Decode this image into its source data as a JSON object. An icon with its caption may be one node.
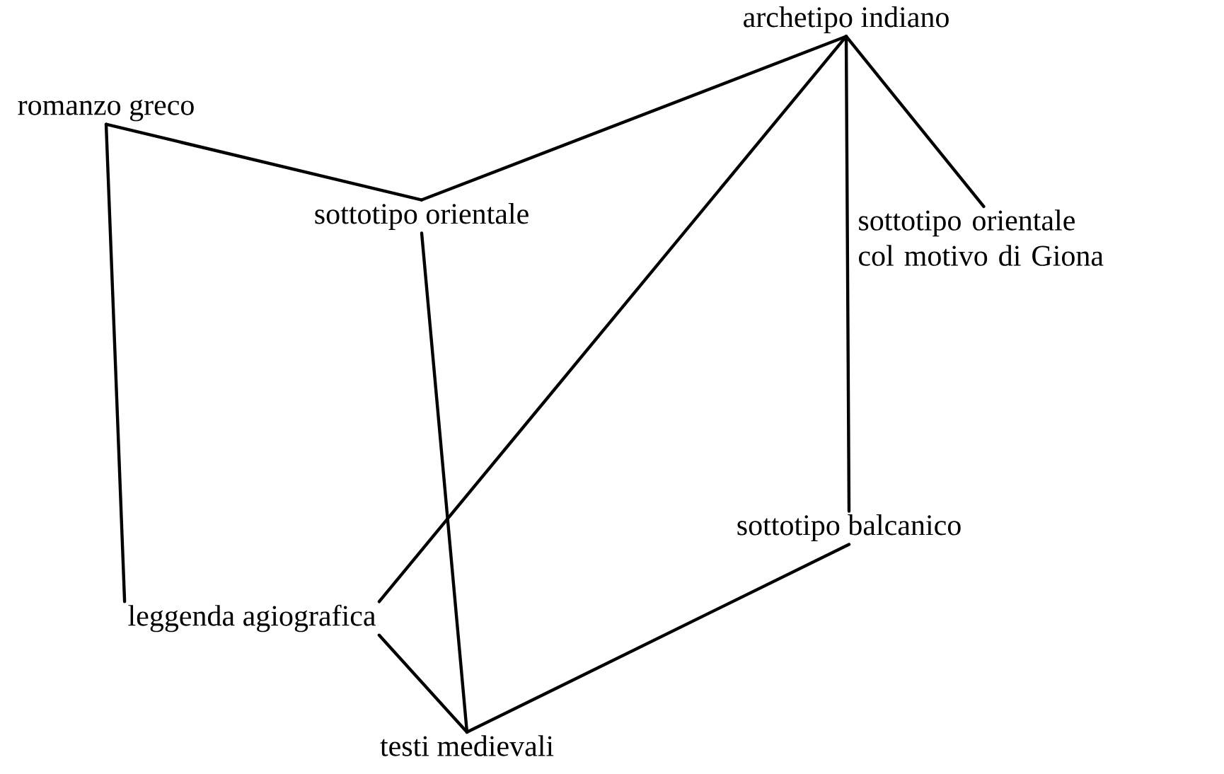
{
  "diagram": {
    "nodes": [
      {
        "text": [
          "archetipo indiano"
        ]
      },
      {
        "text": [
          "romanzo greco"
        ]
      },
      {
        "text": [
          "sottotipo orientale"
        ]
      },
      {
        "text": [
          "sottotipo orientale col motivo di Giona"
        ]
      },
      {
        "text": [
          "sottotipo balcanico"
        ]
      },
      {
        "text": [
          "leggenda agiografica"
        ]
      },
      {
        "text": [
          "testi medievali"
        ]
      }
    ],
    "edges": [
      {
        "from": 0,
        "to": 2,
        "arrow": "none"
      },
      {
        "from": 0,
        "to": 5,
        "arrow": "none"
      },
      {
        "from": 0,
        "to": 4,
        "arrow": "none"
      },
      {
        "from": 0,
        "to": 3,
        "arrow": "none"
      },
      {
        "from": 1,
        "to": 2,
        "arrow": "none"
      },
      {
        "from": 1,
        "to": 5,
        "arrow": "none"
      },
      {
        "from": 2,
        "to": 6,
        "arrow": "none"
      },
      {
        "from": 5,
        "to": 6,
        "arrow": "none"
      },
      {
        "from": 4,
        "to": 6,
        "arrow": "none"
      }
    ]
  }
}
